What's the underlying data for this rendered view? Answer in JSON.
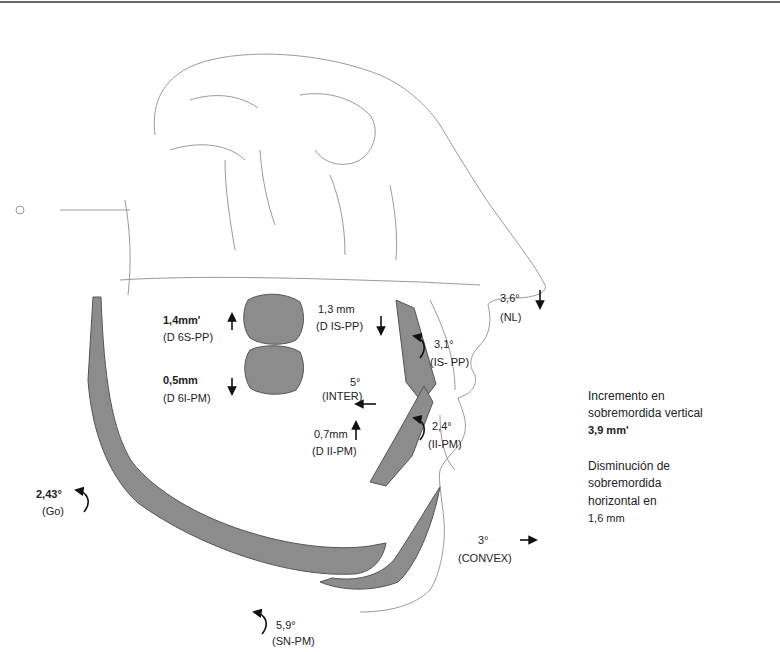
{
  "diagram": {
    "labels": [
      "3,6°",
      "(NL)",
      "1,4mm'",
      "(D 6S-PP)",
      "1,3 mm",
      "(D IS-PP)",
      "3,1°",
      "(IS- PP)",
      "5°",
      "(INTER)",
      "0,5mm",
      "(D 6I-PM)",
      "0,7mm",
      "(D II-PM)",
      "2,4°",
      "(II-PM)",
      "Incremento en sobremordida vertical",
      "3,9 mm'",
      "2,43°",
      "(Go)",
      "Disminución de sobremordida horizontal en",
      "1,6 mm",
      "3°",
      "(CONVEX)",
      "5,9°",
      "(SN-PM)"
    ]
  }
}
